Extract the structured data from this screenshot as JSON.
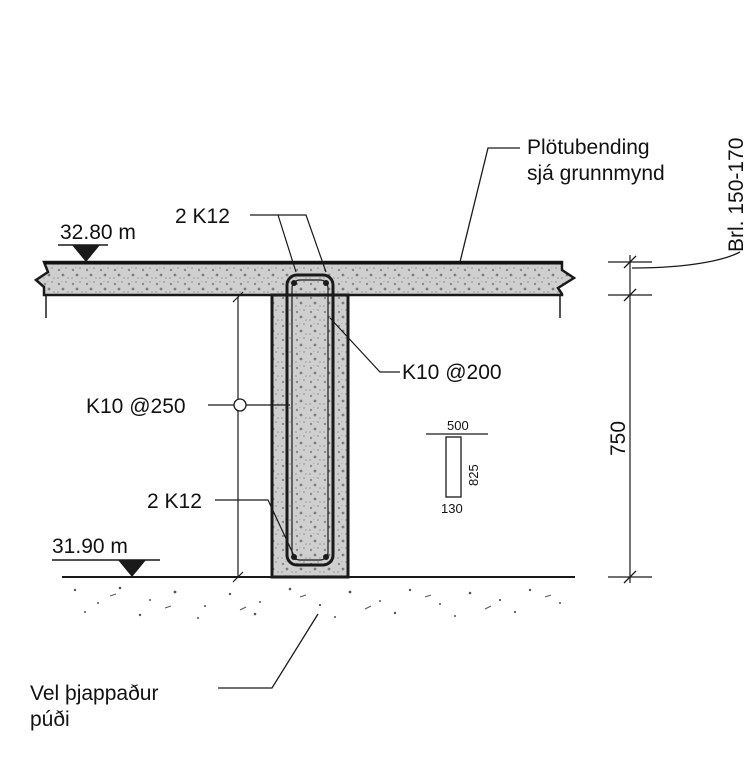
{
  "labels": {
    "elev_top": "32.80 m",
    "elev_bottom": "31.90 m",
    "rebar_top": "2 K12",
    "rebar_bottom": "2 K12",
    "stirrups_web": "K10 @200",
    "stirrups_side": "K10 @250",
    "slab_reinf_line1": "Plötubending",
    "slab_reinf_line2": "sjá grunnmynd",
    "slab_width": "Brl. 150-170",
    "height_dim": "750",
    "section_500": "500",
    "section_825": "825",
    "section_130": "130",
    "base_line1": "Vel þjappaður",
    "base_line2": "púði"
  },
  "colors": {
    "ink": "#1a1a1a",
    "concrete": "#c9c9c9",
    "concrete_dark": "#a8a8a8"
  }
}
